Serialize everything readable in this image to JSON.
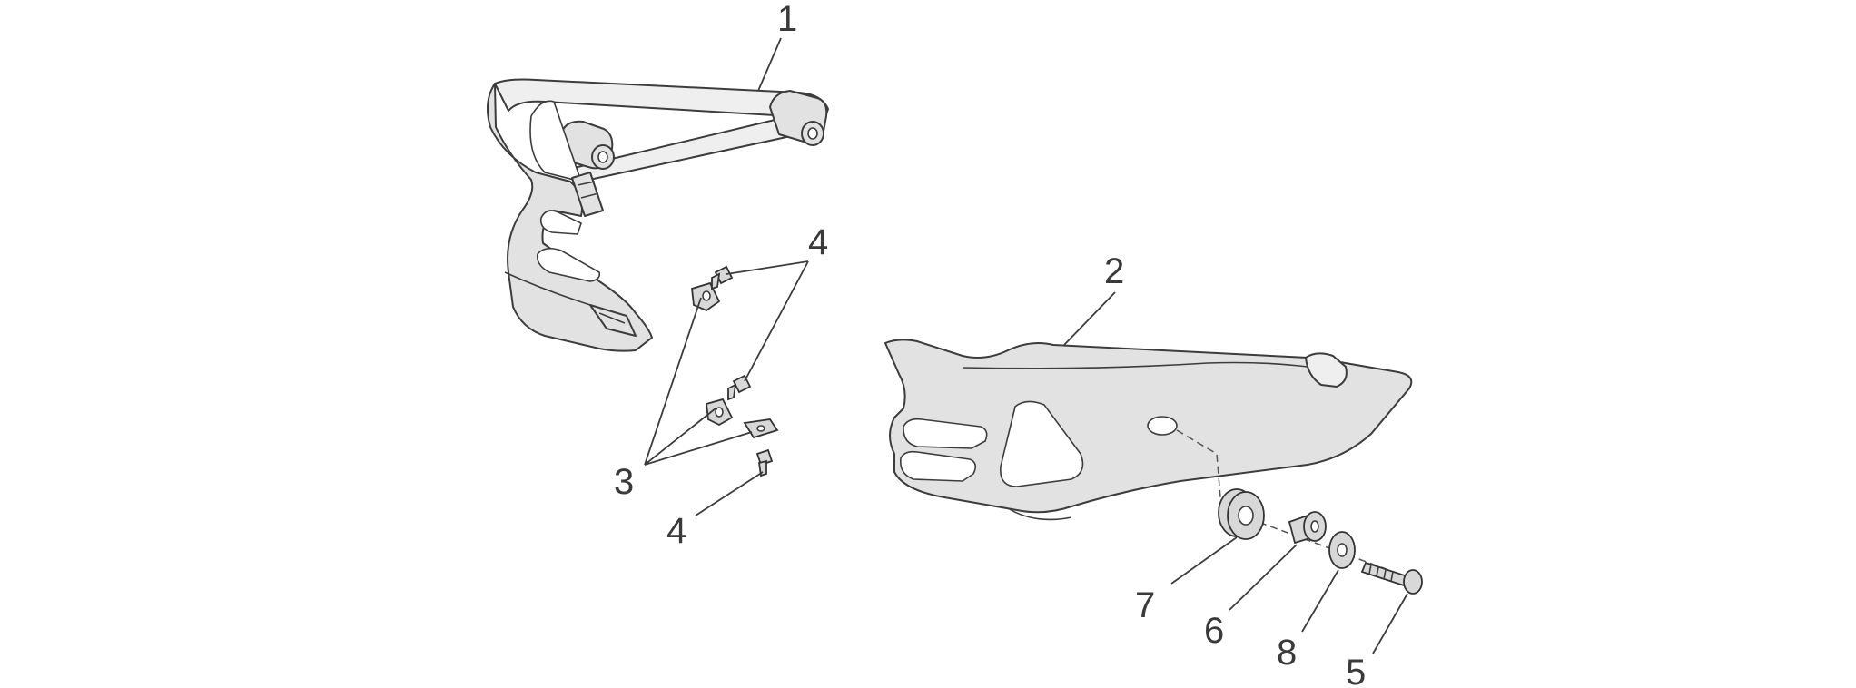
{
  "diagram": {
    "callouts": {
      "c1": "1",
      "c2": "2",
      "c3": "3",
      "c4_top": "4",
      "c4_bottom": "4",
      "c5": "5",
      "c6": "6",
      "c7": "7",
      "c8": "8"
    }
  }
}
